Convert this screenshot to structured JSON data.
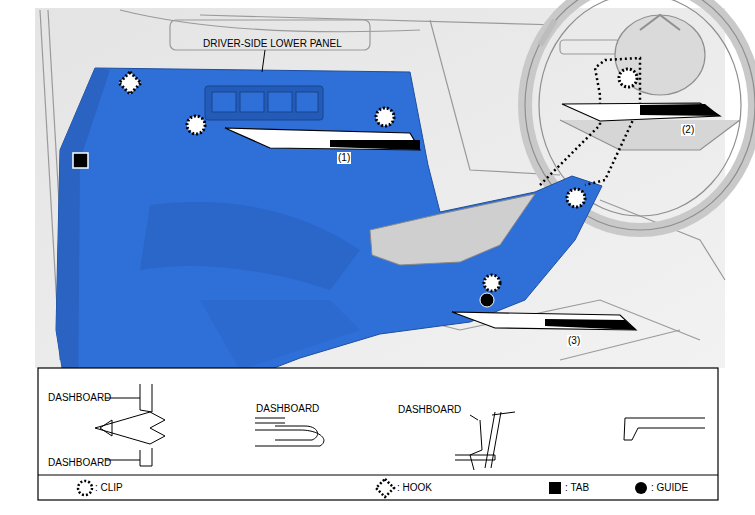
{
  "diagram": {
    "labels": [
      "DRIVER-SIDE LOWER PANEL",
      "(1)",
      "(2)",
      "(3)",
      "DASHBOARD",
      "DASHBOARD",
      "DASHBOARD",
      "DASHBOARD"
    ],
    "legend": [
      {
        "text": ": CLIP"
      },
      {
        "text": ": HOOK"
      },
      {
        "text": ": TAB"
      },
      {
        "text": ": GUIDE"
      }
    ]
  }
}
